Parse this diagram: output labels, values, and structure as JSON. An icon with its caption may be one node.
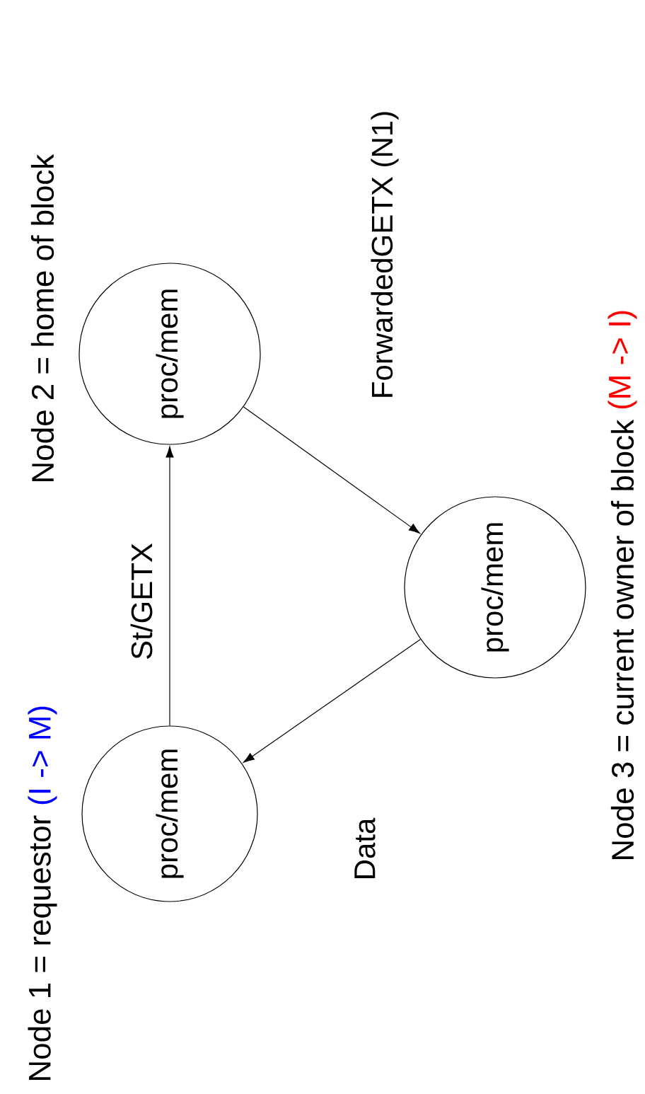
{
  "diagram": {
    "nodes": [
      {
        "text": [
          "proc/mem"
        ]
      },
      {
        "text": [
          "proc/mem"
        ]
      },
      {
        "text": [
          "proc/mem"
        ]
      }
    ],
    "edges": [
      {
        "from": 0,
        "to": 1,
        "arrow": "to",
        "label": "St/GETX"
      },
      {
        "from": 1,
        "to": 2,
        "arrow": "to",
        "label": "ForwardedGETX (N1)"
      },
      {
        "from": 2,
        "to": 0,
        "arrow": "to",
        "label": "Data"
      }
    ],
    "labels": [
      "Node 1 = requestor",
      "(I -> M)",
      "Node 2 = home of block",
      "Node 3 = current owner of block",
      "(M -> I)"
    ]
  }
}
